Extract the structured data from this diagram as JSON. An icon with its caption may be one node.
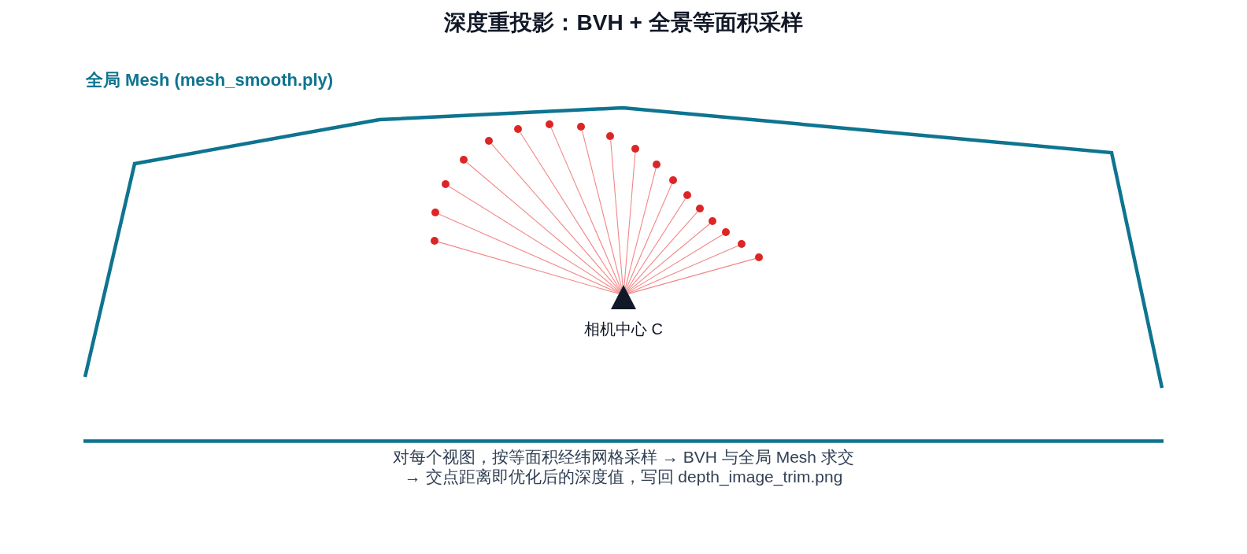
{
  "diagram": {
    "title": "深度重投影：BVH + 全景等面积采样",
    "caption": "对每个视图，按等面积经纬网格采样 → BVH 与全局 Mesh 求交 → 交点距离即优化后的深度值，写回 depth_image_trim.png",
    "nodes": [
      {
        "text": [],
        "shape": "triangle",
        "beside": [
          "相机中心 C"
        ]
      },
      {
        "text": [],
        "shape": "circle"
      },
      {
        "text": [],
        "shape": "circle"
      },
      {
        "text": [],
        "shape": "circle"
      },
      {
        "text": [],
        "shape": "circle"
      },
      {
        "text": [],
        "shape": "circle"
      },
      {
        "text": [],
        "shape": "circle"
      },
      {
        "text": [],
        "shape": "circle"
      },
      {
        "text": [],
        "shape": "circle"
      },
      {
        "text": [],
        "shape": "circle"
      },
      {
        "text": [],
        "shape": "circle"
      },
      {
        "text": [],
        "shape": "circle"
      },
      {
        "text": [],
        "shape": "circle"
      },
      {
        "text": [],
        "shape": "circle"
      },
      {
        "text": [],
        "shape": "circle"
      },
      {
        "text": [],
        "shape": "circle"
      },
      {
        "text": [],
        "shape": "circle"
      },
      {
        "text": [],
        "shape": "circle"
      },
      {
        "text": [],
        "shape": "circle"
      }
    ],
    "edges": [
      {
        "from": 0,
        "to": 1,
        "arrow": "none"
      },
      {
        "from": 0,
        "to": 2,
        "arrow": "none"
      },
      {
        "from": 0,
        "to": 3,
        "arrow": "none"
      },
      {
        "from": 0,
        "to": 4,
        "arrow": "none"
      },
      {
        "from": 0,
        "to": 5,
        "arrow": "none"
      },
      {
        "from": 0,
        "to": 6,
        "arrow": "none"
      },
      {
        "from": 0,
        "to": 7,
        "arrow": "none"
      },
      {
        "from": 0,
        "to": 8,
        "arrow": "none"
      },
      {
        "from": 0,
        "to": 9,
        "arrow": "none"
      },
      {
        "from": 0,
        "to": 10,
        "arrow": "none"
      },
      {
        "from": 0,
        "to": 11,
        "arrow": "none"
      },
      {
        "from": 0,
        "to": 12,
        "arrow": "none"
      },
      {
        "from": 0,
        "to": 13,
        "arrow": "none"
      },
      {
        "from": 0,
        "to": 14,
        "arrow": "none"
      },
      {
        "from": 0,
        "to": 15,
        "arrow": "none"
      },
      {
        "from": 0,
        "to": 16,
        "arrow": "none"
      },
      {
        "from": 0,
        "to": 17,
        "arrow": "none"
      },
      {
        "from": 0,
        "to": 18,
        "arrow": "none"
      }
    ],
    "labels": [
      "全局 Mesh (mesh_smooth.ply)"
    ]
  }
}
